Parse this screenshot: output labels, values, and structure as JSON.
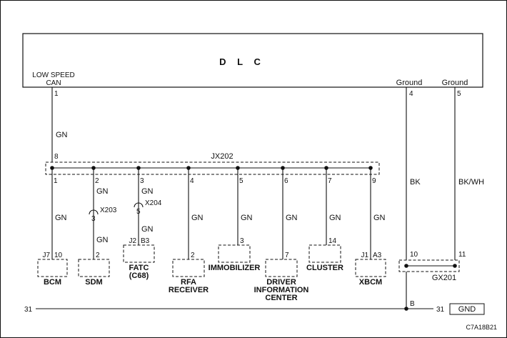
{
  "dlc": {
    "title": "D L C"
  },
  "top_pins": {
    "can_label_line1": "LOW SPEED",
    "can_label_line2": "CAN",
    "can_pin": "1",
    "ground1_label": "Ground",
    "ground1_pin": "4",
    "ground2_label": "Ground",
    "ground2_pin": "5"
  },
  "wires": {
    "dlc_to_splice_color": "GN",
    "ground1_color": "BK",
    "ground2_color": "BK/WH"
  },
  "splice": {
    "name": "JX202",
    "input_pin": "8",
    "outputs": [
      {
        "pin": "1",
        "upper_color": "",
        "lower_color": "GN"
      },
      {
        "pin": "2",
        "upper_color": "GN",
        "lower_color": "GN"
      },
      {
        "pin": "3",
        "upper_color": "GN",
        "lower_color": "GN"
      },
      {
        "pin": "4",
        "upper_color": "",
        "lower_color": "GN"
      },
      {
        "pin": "5",
        "upper_color": "",
        "lower_color": "GN"
      },
      {
        "pin": "6",
        "upper_color": "",
        "lower_color": "GN"
      },
      {
        "pin": "7",
        "upper_color": "",
        "lower_color": "GN"
      },
      {
        "pin": "9",
        "upper_color": "",
        "lower_color": "GN"
      }
    ]
  },
  "inline_connectors": [
    {
      "name": "X203",
      "pin": "3"
    },
    {
      "name": "X204",
      "pin": "5"
    }
  ],
  "modules": [
    {
      "label_lines": [
        "BCM"
      ],
      "connector": "J7",
      "pin": "10"
    },
    {
      "label_lines": [
        "SDM"
      ],
      "connector": "",
      "pin": "2"
    },
    {
      "label_lines": [
        "FATC",
        "(C68)"
      ],
      "connector": "J2",
      "pin": "B3"
    },
    {
      "label_lines": [
        "RFA",
        "RECEIVER"
      ],
      "connector": "",
      "pin": "2"
    },
    {
      "label_lines": [
        "IMMOBILIZER"
      ],
      "connector": "",
      "pin": "3"
    },
    {
      "label_lines": [
        "DRIVER",
        "INFORMATION",
        "CENTER"
      ],
      "connector": "",
      "pin": "7"
    },
    {
      "label_lines": [
        "CLUSTER"
      ],
      "connector": "",
      "pin": "14"
    },
    {
      "label_lines": [
        "XBCM"
      ],
      "connector": "J1",
      "pin": "A3"
    }
  ],
  "ground_splice": {
    "name": "GX201",
    "pin_left": "10",
    "pin_right": "11",
    "bottom_pin": "B"
  },
  "ground_bus": {
    "left_ref": "31",
    "right_ref": "31",
    "box_label": "GND"
  },
  "figure_code": "C7A18B21"
}
